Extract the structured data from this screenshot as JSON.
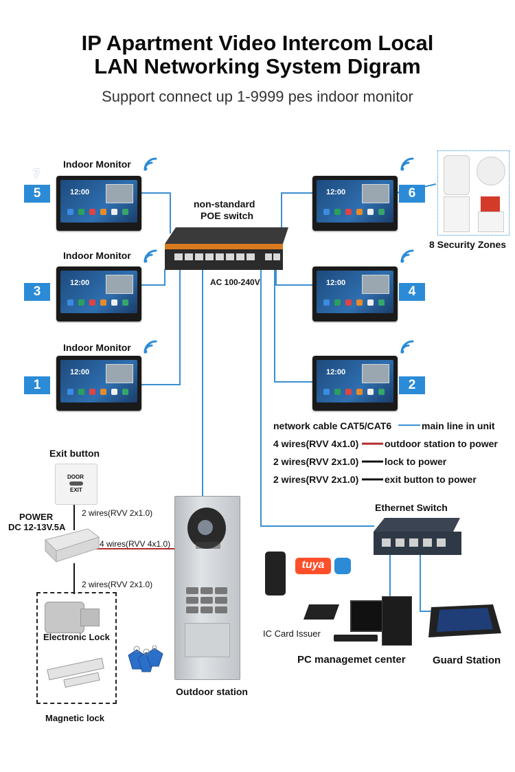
{
  "title_line1": "IP Apartment Video Intercom Local",
  "title_line2": "LAN Networking System Digram",
  "subtitle": "Support connect up 1-9999 pes indoor monitor",
  "colors": {
    "accent_blue": "#2b8bd6",
    "network_line": "#3a8fd0",
    "power_red": "#b22a2a",
    "black_wire": "#111111"
  },
  "monitors_left": [
    {
      "number": "5",
      "label": "Indoor Monitor",
      "clock": "12:00"
    },
    {
      "number": "3",
      "label": "Indoor Monitor",
      "clock": "12:00"
    },
    {
      "number": "1",
      "label": "Indoor Monitor",
      "clock": "12:00"
    }
  ],
  "monitors_right": [
    {
      "number": "6",
      "clock": "12:00"
    },
    {
      "number": "4",
      "clock": "12:00"
    },
    {
      "number": "2",
      "clock": "12:00"
    }
  ],
  "top_left_extra_number": "7",
  "switch": {
    "label_line1": "non-standard",
    "label_line2": "POE switch",
    "power": "AC 100-240V"
  },
  "security": {
    "label": "8 Security Zones"
  },
  "legend": [
    {
      "text": "network cable CAT5/CAT6",
      "meaning": "main line in unit"
    },
    {
      "text": "4 wires(RVV 4x1.0)",
      "meaning": "outdoor station to power"
    },
    {
      "text": "2 wires(RVV 2x1.0)",
      "meaning": "lock to power"
    },
    {
      "text": "2 wires(RVV 2x1.0)",
      "meaning": "exit button to power"
    }
  ],
  "exit_button": {
    "label": "Exit button",
    "plate_top": "DOOR",
    "plate_bottom": "EXIT"
  },
  "power": {
    "label_line1": "POWER",
    "label_line2": "DC 12-13V.5A"
  },
  "wires": {
    "exit_to_power": "2 wires(RVV 2x1.0)",
    "power_to_outdoor": "4 wires(RVV 4x1.0)",
    "power_to_lock": "2 wires(RVV 2x1.0)"
  },
  "electronic_lock": "Electronic Lock",
  "magnetic_lock": "Magnetic lock",
  "outdoor_station": "Outdoor station",
  "ethernet_switch": "Ethernet Switch",
  "tuya_logo": "tuya",
  "ic_card_issuer": "IC Card Issuer",
  "pc_center": "PC managemet center",
  "guard_station": "Guard Station"
}
